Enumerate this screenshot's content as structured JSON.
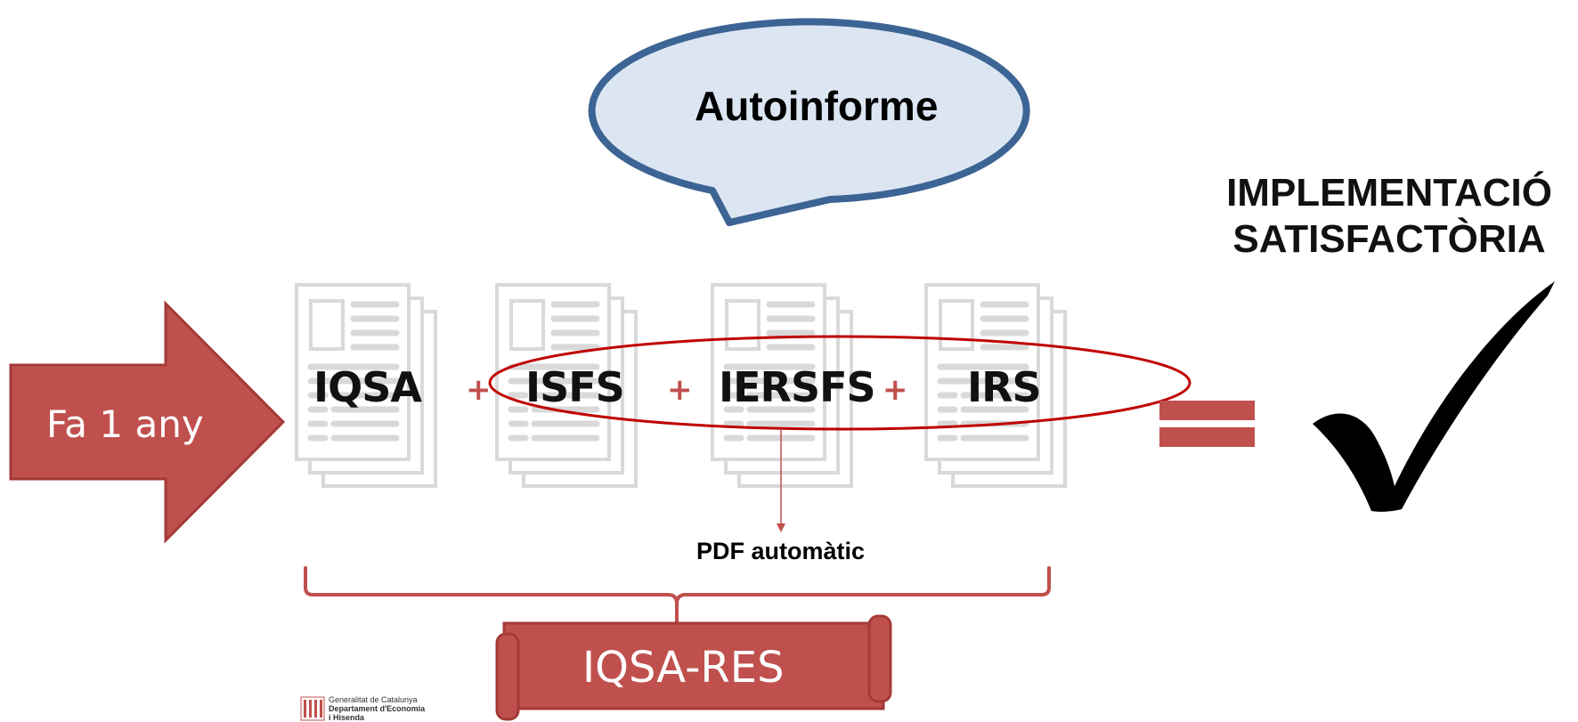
{
  "speech_bubble": {
    "text": "Autoinforme"
  },
  "arrow": {
    "text": "Fa 1 any"
  },
  "documents": [
    {
      "label": "IQSA"
    },
    {
      "label": "ISFS"
    },
    {
      "label": "IERSFS"
    },
    {
      "label": "IRS"
    }
  ],
  "operators": {
    "plus": "+"
  },
  "pdf_note": {
    "text": "PDF automàtic"
  },
  "result": {
    "line1": "IMPLEMENTACIÓ",
    "line2": "SATISFACTÒRIA"
  },
  "banner": {
    "text": "IQSA-RES"
  },
  "logo": {
    "line1": "Generalitat de Catalunya",
    "line2": "Departament d'Economia",
    "line3": "i Hisenda"
  },
  "colors": {
    "accent_red": "#c0504d",
    "bubble_fill": "#dce6f2",
    "bubble_stroke": "#3c6494",
    "doc_gray": "#d9d9d9",
    "oval_red": "#c00000"
  }
}
